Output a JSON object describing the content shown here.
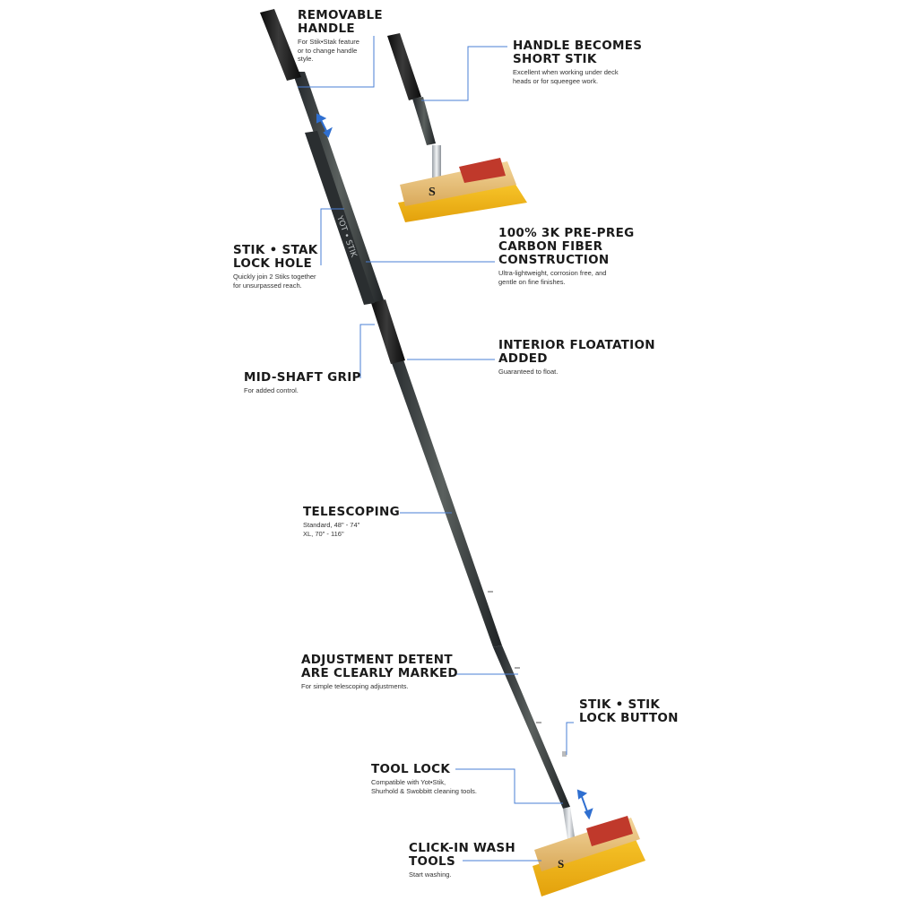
{
  "colors": {
    "leader": "#4a7fd6",
    "arrow": "#2f6fd0",
    "pole": "#3a3e3c",
    "grip": "#151515",
    "bristle": "#f2b61a",
    "block": "#e9c27a",
    "label": "#c0392b"
  },
  "callouts": {
    "removable_handle": {
      "title": [
        "REMOVABLE",
        "HANDLE"
      ],
      "desc": [
        "For Stik•Stak feature",
        "or to change handle",
        "style."
      ]
    },
    "handle_becomes_short_stik": {
      "title": [
        "HANDLE BECOMES",
        "SHORT STIK"
      ],
      "desc": [
        "Excellent when working under deck",
        "heads or for squeegee work."
      ]
    },
    "stik_stak_lock_hole": {
      "title": [
        "STIK • STAK",
        "LOCK HOLE"
      ],
      "desc": [
        "Quickly join 2 Stiks together",
        "for unsurpassed reach."
      ]
    },
    "carbon_fiber": {
      "title": [
        "100% 3K PRE-PREG",
        "CARBON FIBER",
        "CONSTRUCTION"
      ],
      "desc": [
        "Ultra-lightweight, corrosion free, and",
        "gentle on fine finishes."
      ]
    },
    "interior_floatation": {
      "title": [
        "INTERIOR FLOATATION",
        "ADDED"
      ],
      "desc": [
        "Guaranteed to float."
      ]
    },
    "mid_shaft_grip": {
      "title": [
        "MID-SHAFT GRIP"
      ],
      "desc": [
        "For added control."
      ]
    },
    "telescoping": {
      "title": [
        "TELESCOPING"
      ],
      "desc": [
        "Standard, 48\" - 74\"",
        "XL,  70\" - 116\""
      ]
    },
    "adjustment_detent": {
      "title": [
        "ADJUSTMENT DETENT",
        "ARE CLEARLY MARKED"
      ],
      "desc": [
        "For simple telescoping adjustments."
      ]
    },
    "stik_stik_lock_button": {
      "title": [
        "STIK • STIK",
        "LOCK BUTTON"
      ],
      "desc": []
    },
    "tool_lock": {
      "title": [
        "TOOL LOCK"
      ],
      "desc": [
        "Compatible with Yot•Stik,",
        "Shurhold & Swobbitt cleaning tools."
      ]
    },
    "click_in_wash_tools": {
      "title": [
        "CLICK-IN WASH",
        "TOOLS"
      ],
      "desc": [
        "Start washing."
      ]
    }
  },
  "pole_text": "YOT • STIK"
}
